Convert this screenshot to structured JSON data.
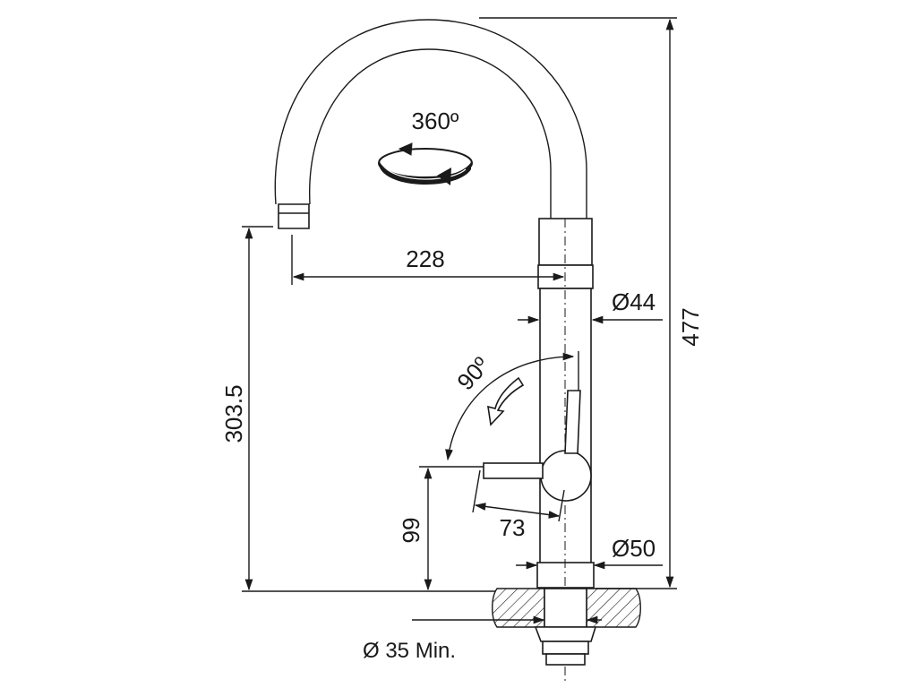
{
  "dimensions": {
    "height_total": "477",
    "spout_reach": "228",
    "spout_height": "303.5",
    "body_diameter": "Ø44",
    "base_diameter": "Ø50",
    "lever_height": "99",
    "lever_length": "73",
    "hole_diameter": "Ø 35 Min."
  },
  "rotation": {
    "spout_angle": "360º",
    "lever_angle": "90º"
  },
  "colors": {
    "line": "#1a1a1a",
    "hatch": "#1a1a1a",
    "background": "#ffffff"
  }
}
